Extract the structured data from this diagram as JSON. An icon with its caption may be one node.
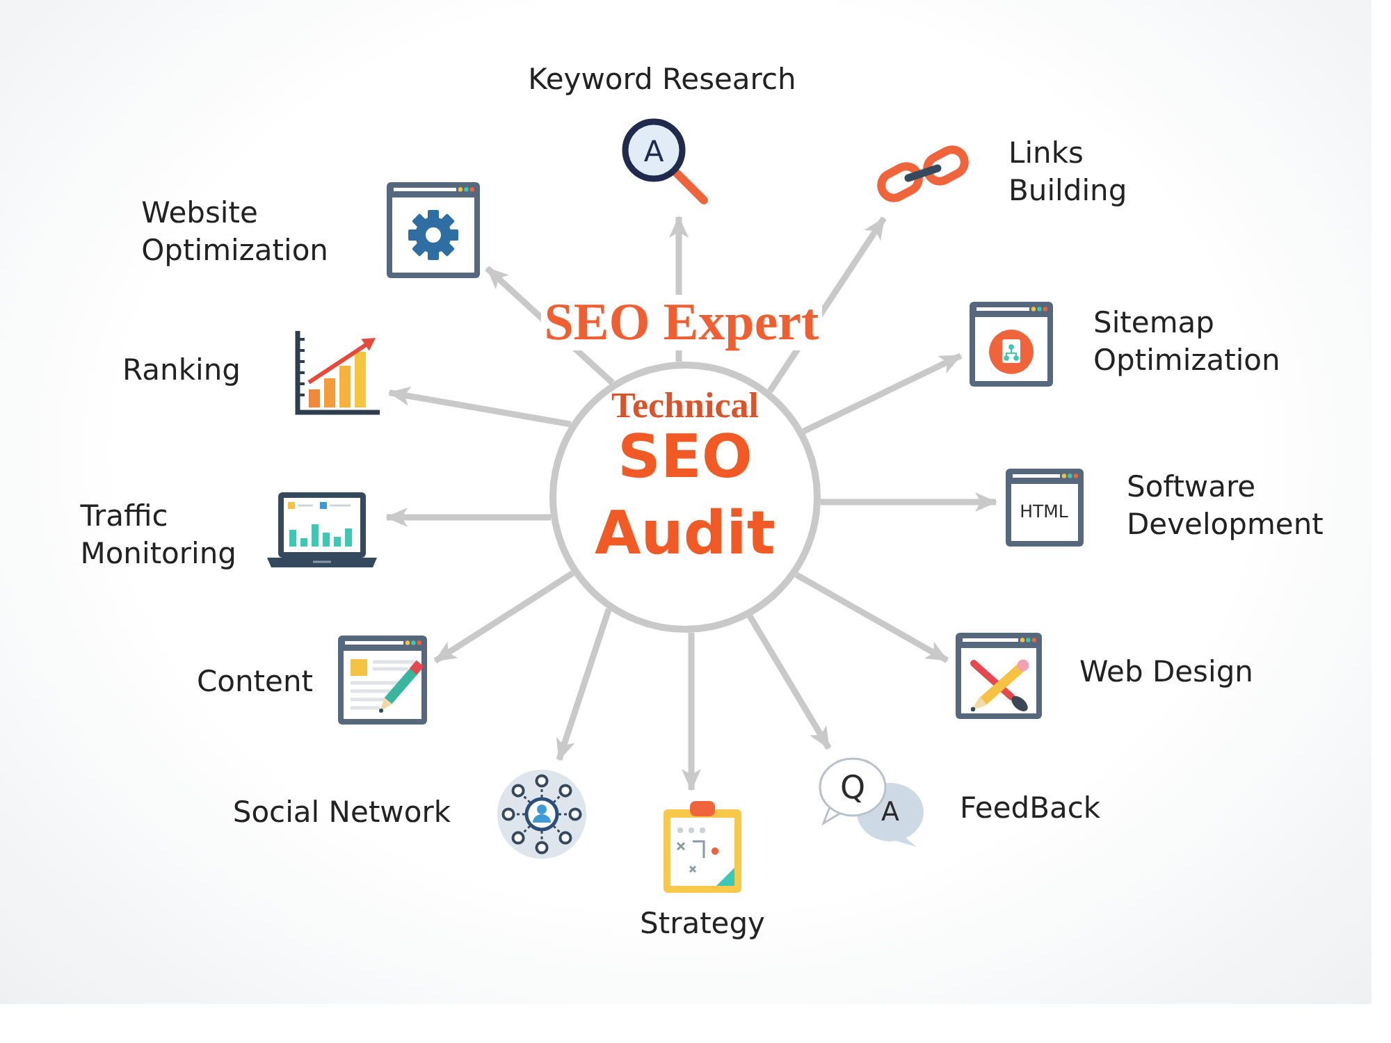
{
  "diagram": {
    "nodes": [
      {
        "text": [
          "Technical",
          "SEO Audit"
        ]
      },
      {
        "text": [
          "Keyword Research"
        ]
      },
      {
        "text": [
          "Links Building"
        ]
      },
      {
        "text": [
          "Sitemap Optimization"
        ]
      },
      {
        "text": [
          "Software Development"
        ]
      },
      {
        "text": [
          "Web Design"
        ]
      },
      {
        "text": [
          "FeedBack"
        ]
      },
      {
        "text": [
          "Strategy"
        ]
      },
      {
        "text": [
          "Social Network"
        ]
      },
      {
        "text": [
          "Content"
        ]
      },
      {
        "text": [
          "Traffic Monitoring"
        ]
      },
      {
        "text": [
          "Ranking"
        ]
      },
      {
        "text": [
          "Website Optimization"
        ]
      }
    ],
    "edges": [
      {
        "from": 0,
        "to": 1,
        "arrow": "to"
      },
      {
        "from": 0,
        "to": 2,
        "arrow": "to"
      },
      {
        "from": 0,
        "to": 3,
        "arrow": "to"
      },
      {
        "from": 0,
        "to": 4,
        "arrow": "to"
      },
      {
        "from": 0,
        "to": 5,
        "arrow": "to"
      },
      {
        "from": 0,
        "to": 6,
        "arrow": "to"
      },
      {
        "from": 0,
        "to": 7,
        "arrow": "to"
      },
      {
        "from": 0,
        "to": 8,
        "arrow": "to"
      },
      {
        "from": 0,
        "to": 9,
        "arrow": "to"
      },
      {
        "from": 0,
        "to": 10,
        "arrow": "to"
      },
      {
        "from": 0,
        "to": 11,
        "arrow": "to"
      },
      {
        "from": 0,
        "to": 12,
        "arrow": "to"
      }
    ],
    "labels": [
      "SEO Expert",
      "A",
      "HTML",
      "Q",
      "A"
    ]
  }
}
